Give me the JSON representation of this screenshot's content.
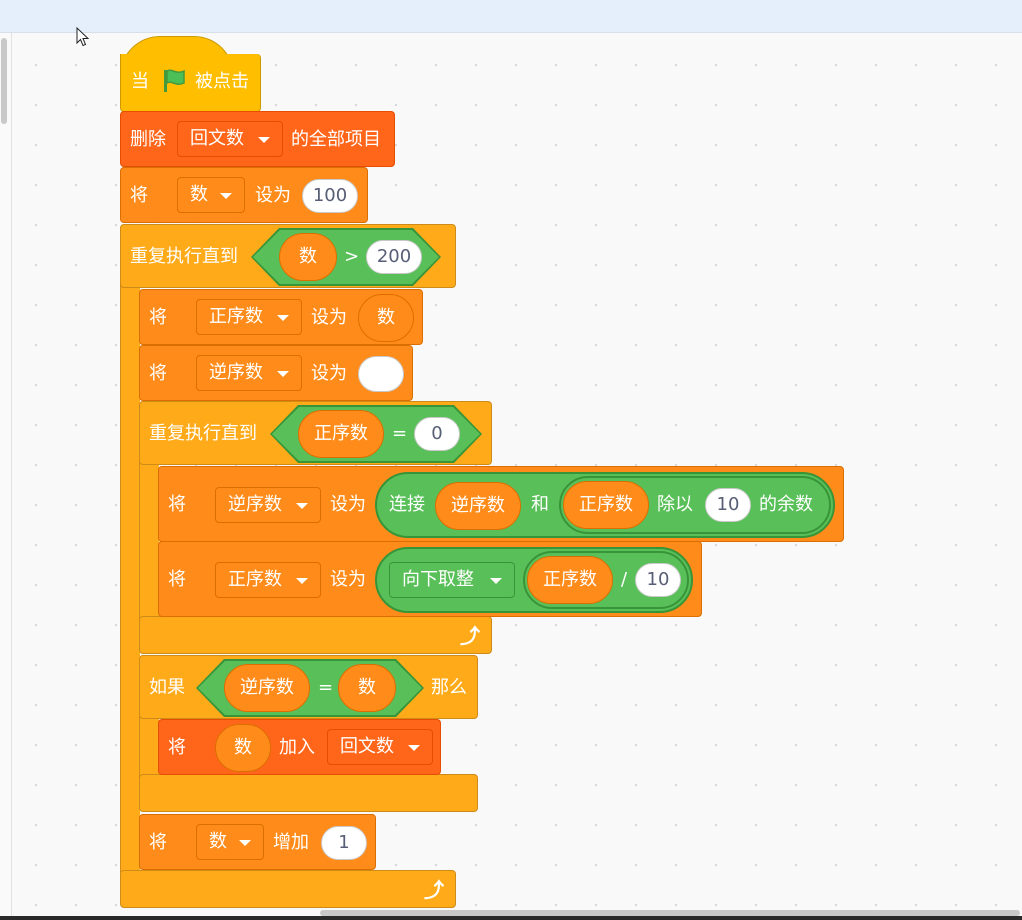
{
  "hat": {
    "when": "当",
    "clicked": "被点击"
  },
  "delete_all": {
    "label": "删除",
    "list": "回文数",
    "suffix": "的全部项目"
  },
  "set_num": {
    "label": "将",
    "var": "数",
    "set_to": "设为",
    "value": "100"
  },
  "repeat_outer": {
    "label": "重复执行直到",
    "left": "数",
    "op": ">",
    "right": "200"
  },
  "set_forward": {
    "label": "将",
    "var": "正序数",
    "set_to": "设为",
    "value": "数"
  },
  "set_reverse": {
    "label": "将",
    "var": "逆序数",
    "set_to": "设为",
    "value": ""
  },
  "repeat_inner": {
    "label": "重复执行直到",
    "left": "正序数",
    "op": "=",
    "right": "0"
  },
  "set_join": {
    "label": "将",
    "var": "逆序数",
    "set_to": "设为",
    "join": "连接",
    "a": "逆序数",
    "and": "和",
    "mod_left": "正序数",
    "mod_op": "除以",
    "mod_right": "10",
    "mod_suffix": "的余数"
  },
  "set_floor": {
    "label": "将",
    "var": "正序数",
    "set_to": "设为",
    "func": "向下取整",
    "div_left": "正序数",
    "div_op": "/",
    "div_right": "10"
  },
  "if_block": {
    "label": "如果",
    "left": "逆序数",
    "op": "=",
    "right": "数",
    "then": "那么"
  },
  "add_to_list": {
    "label": "将",
    "value": "数",
    "add": "加入",
    "list": "回文数"
  },
  "change_num": {
    "label": "将",
    "var": "数",
    "change": "增加",
    "value": "1"
  },
  "colors": {
    "events": "#ffbf00",
    "control": "#ffab19",
    "variables": "#ff8c1a",
    "lists": "#ff661a",
    "operators": "#59c059"
  }
}
